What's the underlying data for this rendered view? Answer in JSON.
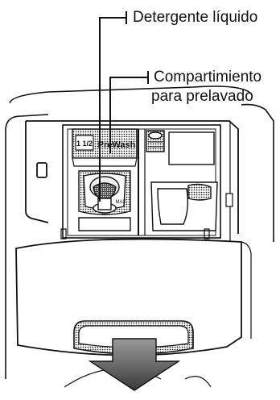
{
  "callouts": {
    "liquid_detergent": "Detergente líquido",
    "prewash_line1": "Compartimiento",
    "prewash_line2": "para prelavado"
  },
  "dispenser": {
    "prewash_marking": "PreWash",
    "cup_marking": "1 1/2",
    "max_marking": "MAX"
  },
  "colors": {
    "ink": "#111111",
    "paper": "#ffffff",
    "shade": "#555555"
  }
}
